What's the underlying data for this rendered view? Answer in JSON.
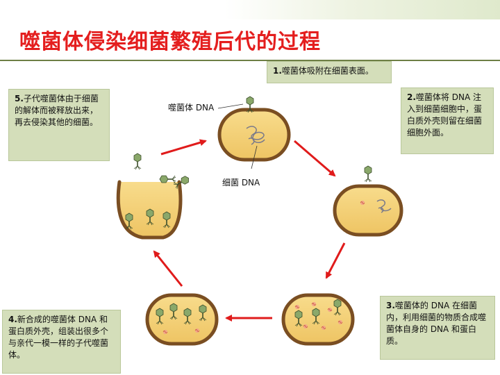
{
  "title": "噬菌体侵染细菌繁殖后代的过程",
  "steps": [
    {
      "num": "1.",
      "text": "噬菌体吸附在细菌表面。"
    },
    {
      "num": "2.",
      "text": "噬菌体将 DNA 注入到细菌细胞中，蛋白质外壳则留在细菌细胞外面。"
    },
    {
      "num": "3.",
      "text": "噬菌体的 DNA 在细菌内，利用细菌的物质合成噬菌体自身的 DNA 和蛋白质。"
    },
    {
      "num": "4.",
      "text": "新合成的噬菌体 DNA 和蛋白质外壳，组装出很多个与亲代一模一样的子代噬菌体。"
    },
    {
      "num": "5.",
      "text": "子代噬菌体由于细菌的解体而被释放出来，再去侵染其他的细菌。"
    }
  ],
  "labels": {
    "phage_dna": "噬菌体 DNA",
    "bacteria_dna": "细菌 DNA"
  },
  "colors": {
    "title": "#e41e1e",
    "note_bg": "#d4deba",
    "arrow": "#e01b1b",
    "cell_fill": "#f2cf73",
    "cell_border": "#7a4e22"
  }
}
